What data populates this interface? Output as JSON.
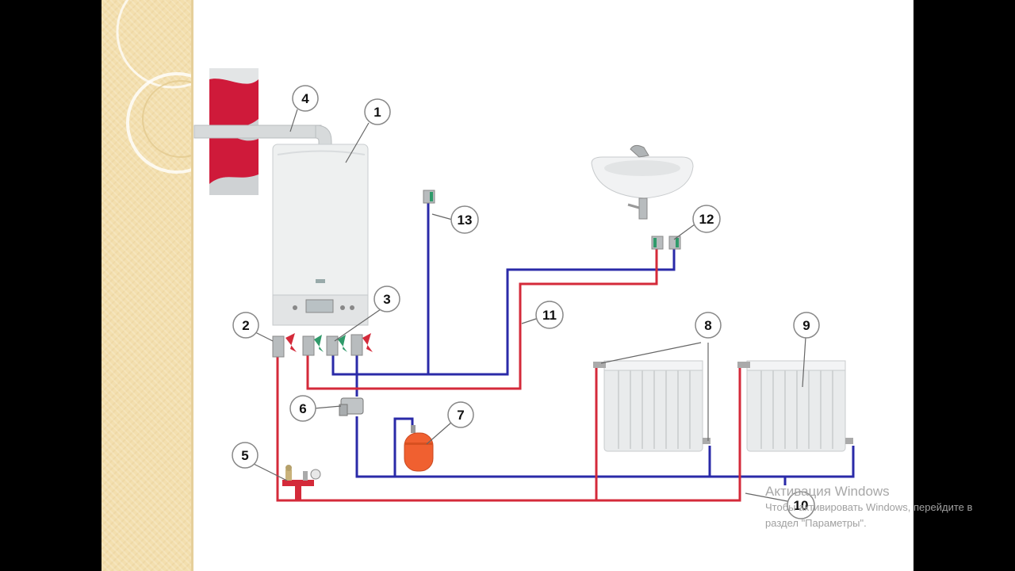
{
  "diagram": {
    "callouts": [
      "1",
      "2",
      "3",
      "4",
      "5",
      "6",
      "7",
      "8",
      "9",
      "10",
      "11",
      "12",
      "13"
    ]
  },
  "watermark": {
    "title": "Активация Windows",
    "line1": "Чтобы активировать Windows, перейдите в",
    "line2": "раздел \"Параметры\"."
  },
  "colors": {
    "supply_pipe": "#d42a3a",
    "return_pipe": "#2a2aa8",
    "boiler": "#eef0f0",
    "wall": "#cf1a3a",
    "expansion_tank": "#f06030",
    "valve_green": "#2f9a6a"
  },
  "icons": [
    "boiler-icon",
    "flue-pipe-icon",
    "ball-valve-icon",
    "filter-icon",
    "safety-group-icon",
    "expansion-tank-icon",
    "radiator-icon",
    "washbasin-icon",
    "tap-icon"
  ]
}
